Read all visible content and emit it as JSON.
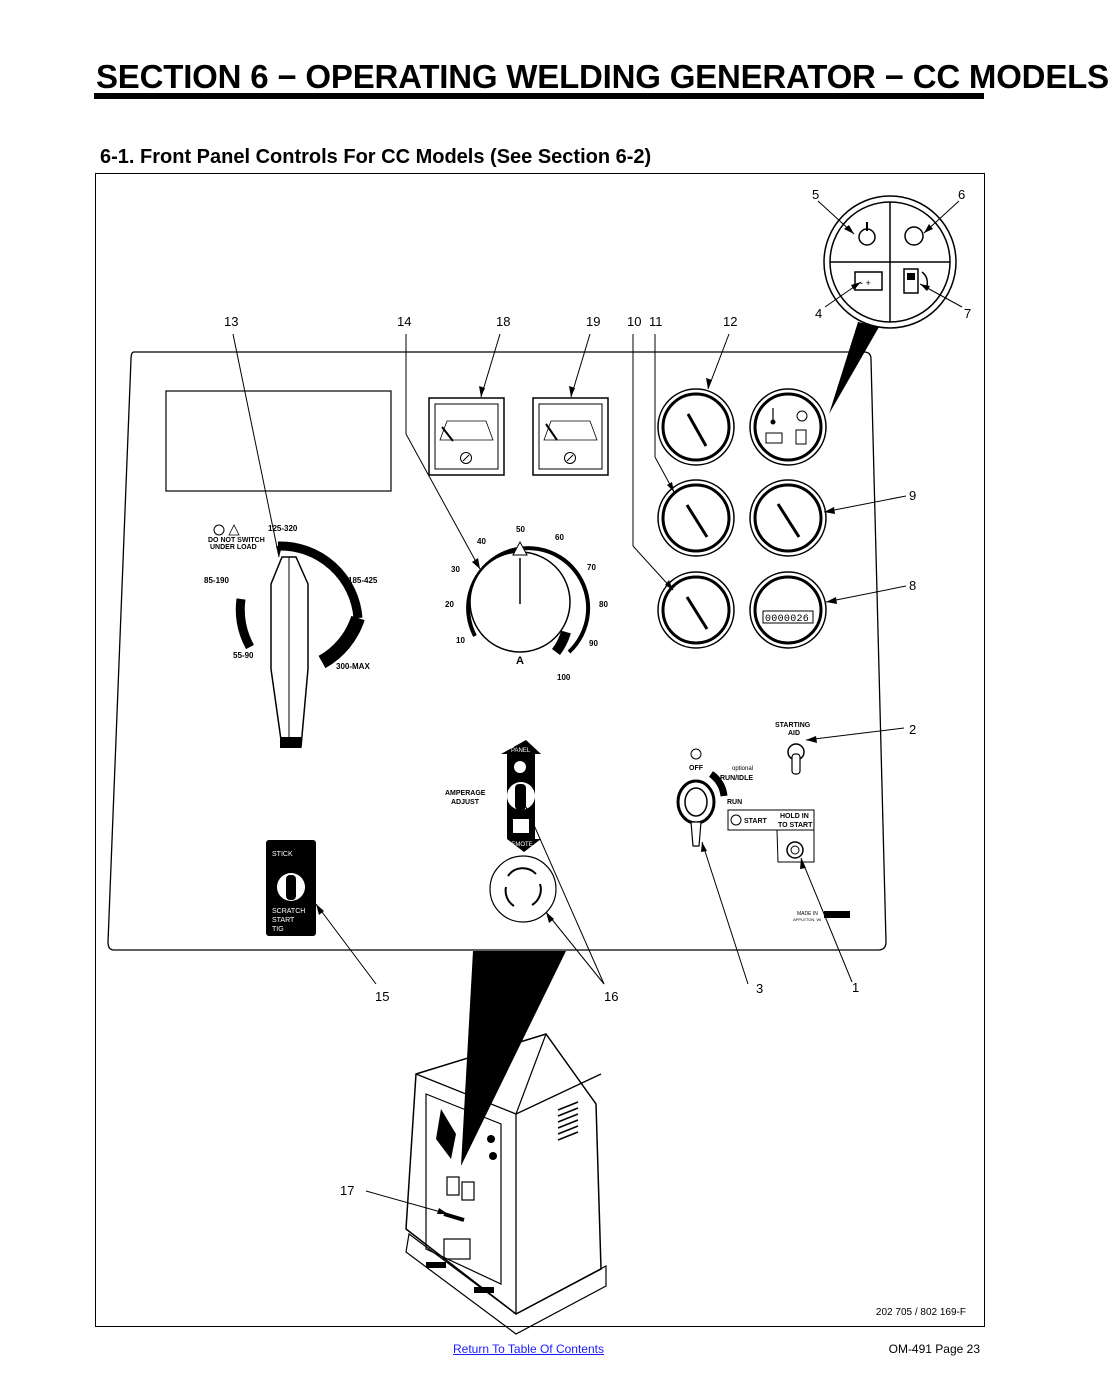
{
  "header": {
    "section_title": "SECTION 6 − OPERATING WELDING GENERATOR − CC MODELS",
    "subsection_title": "6-1.   Front Panel Controls For CC Models (See Section 6-2)"
  },
  "figure": {
    "callouts": {
      "c1": "1",
      "c2": "2",
      "c3": "3",
      "c4": "4",
      "c5": "5",
      "c6": "6",
      "c7": "7",
      "c8": "8",
      "c9": "9",
      "c10": "10",
      "c11": "11",
      "c12": "12",
      "c13": "13",
      "c14": "14",
      "c15": "15",
      "c16": "16",
      "c17": "17",
      "c18": "18",
      "c19": "19"
    },
    "range_switch": {
      "warn1": "DO NOT SWITCH",
      "warn2": "UNDER LOAD",
      "r1": "125-320",
      "r2": "85-190",
      "r3": "185-425",
      "r4": "55-90",
      "r5": "300-MAX"
    },
    "amperage_dial": {
      "t10": "10",
      "t20": "20",
      "t30": "30",
      "t40": "40",
      "t50": "50",
      "t60": "60",
      "t70": "70",
      "t80": "80",
      "t90": "90",
      "t100": "100",
      "unit": "A"
    },
    "amperage_adjust": {
      "panel": "PANEL",
      "remote": "REMOTE",
      "label1": "AMPERAGE",
      "label2": "ADJUST"
    },
    "process_switch": {
      "stick": "STICK",
      "scratch1": "SCRATCH",
      "scratch2": "START",
      "scratch3": "TIG"
    },
    "engine_switch": {
      "off": "OFF",
      "optional": "optional",
      "run_idle": "RUN/IDLE",
      "run": "RUN",
      "start": "START",
      "hold1": "HOLD IN",
      "hold2": "TO START"
    },
    "starting_aid": {
      "line1": "STARTING",
      "line2": "AID"
    },
    "hour_meter": "0000026",
    "made_in": "MADE IN",
    "appleton": "APPLETON, WI",
    "drawing_ref": "202 705 / 802 169-F"
  },
  "footer": {
    "toc_link": "Return To Table Of Contents",
    "page_label": "OM-491 Page 23"
  }
}
